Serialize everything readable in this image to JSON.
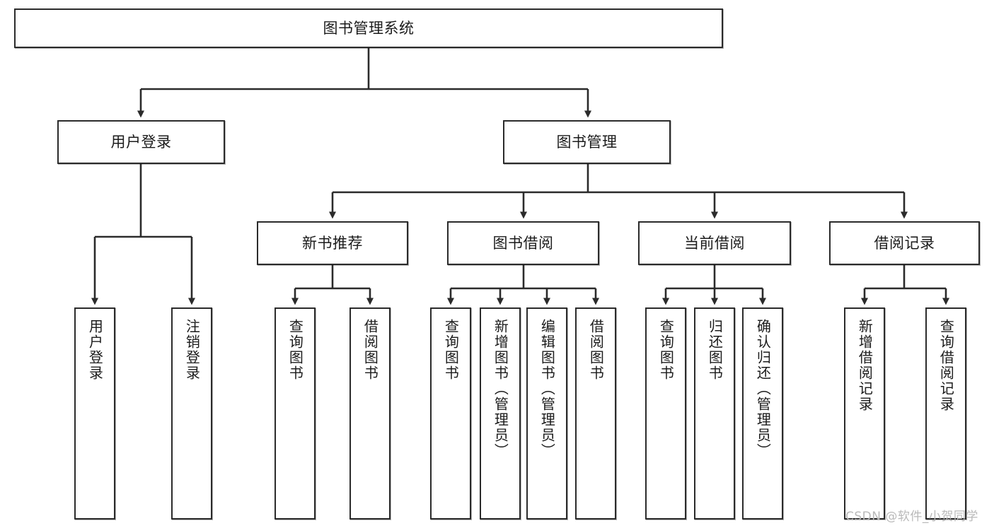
{
  "diagram": {
    "type": "tree-hierarchy",
    "orientation": "top-down",
    "root": {
      "id": "root",
      "label": "图书管理系统"
    },
    "level2": [
      {
        "id": "user-login",
        "label": "用户登录"
      },
      {
        "id": "book-manage",
        "label": "图书管理"
      }
    ],
    "level3": [
      {
        "id": "new-book-recommend",
        "label": "新书推荐",
        "parent": "book-manage"
      },
      {
        "id": "book-borrow",
        "label": "图书借阅",
        "parent": "book-manage"
      },
      {
        "id": "current-borrow",
        "label": "当前借阅",
        "parent": "book-manage"
      },
      {
        "id": "borrow-record",
        "label": "借阅记录",
        "parent": "book-manage"
      }
    ],
    "leaves": [
      {
        "id": "leaf-user-login",
        "label": "用户登录",
        "parent": "user-login"
      },
      {
        "id": "leaf-logout",
        "label": "注销登录",
        "parent": "user-login"
      },
      {
        "id": "leaf-query-book-1",
        "label": "查询图书",
        "parent": "new-book-recommend"
      },
      {
        "id": "leaf-borrow-book-1",
        "label": "借阅图书",
        "parent": "new-book-recommend"
      },
      {
        "id": "leaf-query-book-2",
        "label": "查询图书",
        "parent": "book-borrow"
      },
      {
        "id": "leaf-add-book",
        "label": "新增图书（管理员）",
        "parent": "book-borrow"
      },
      {
        "id": "leaf-edit-book",
        "label": "编辑图书（管理员）",
        "parent": "book-borrow"
      },
      {
        "id": "leaf-borrow-book-2",
        "label": "借阅图书",
        "parent": "book-borrow"
      },
      {
        "id": "leaf-query-book-3",
        "label": "查询图书",
        "parent": "current-borrow"
      },
      {
        "id": "leaf-return-book",
        "label": "归还图书",
        "parent": "current-borrow"
      },
      {
        "id": "leaf-confirm-return",
        "label": "确认归还（管理员）",
        "parent": "current-borrow"
      },
      {
        "id": "leaf-add-record",
        "label": "新增借阅记录",
        "parent": "borrow-record"
      },
      {
        "id": "leaf-query-record",
        "label": "查询借阅记录",
        "parent": "borrow-record"
      }
    ]
  },
  "watermark": {
    "text": "CSDN @软件_小贺同学"
  },
  "colors": {
    "border": "#2b2b2b",
    "background": "#ffffff",
    "text": "#1b1b1b",
    "watermark": "#b9b9b9"
  }
}
